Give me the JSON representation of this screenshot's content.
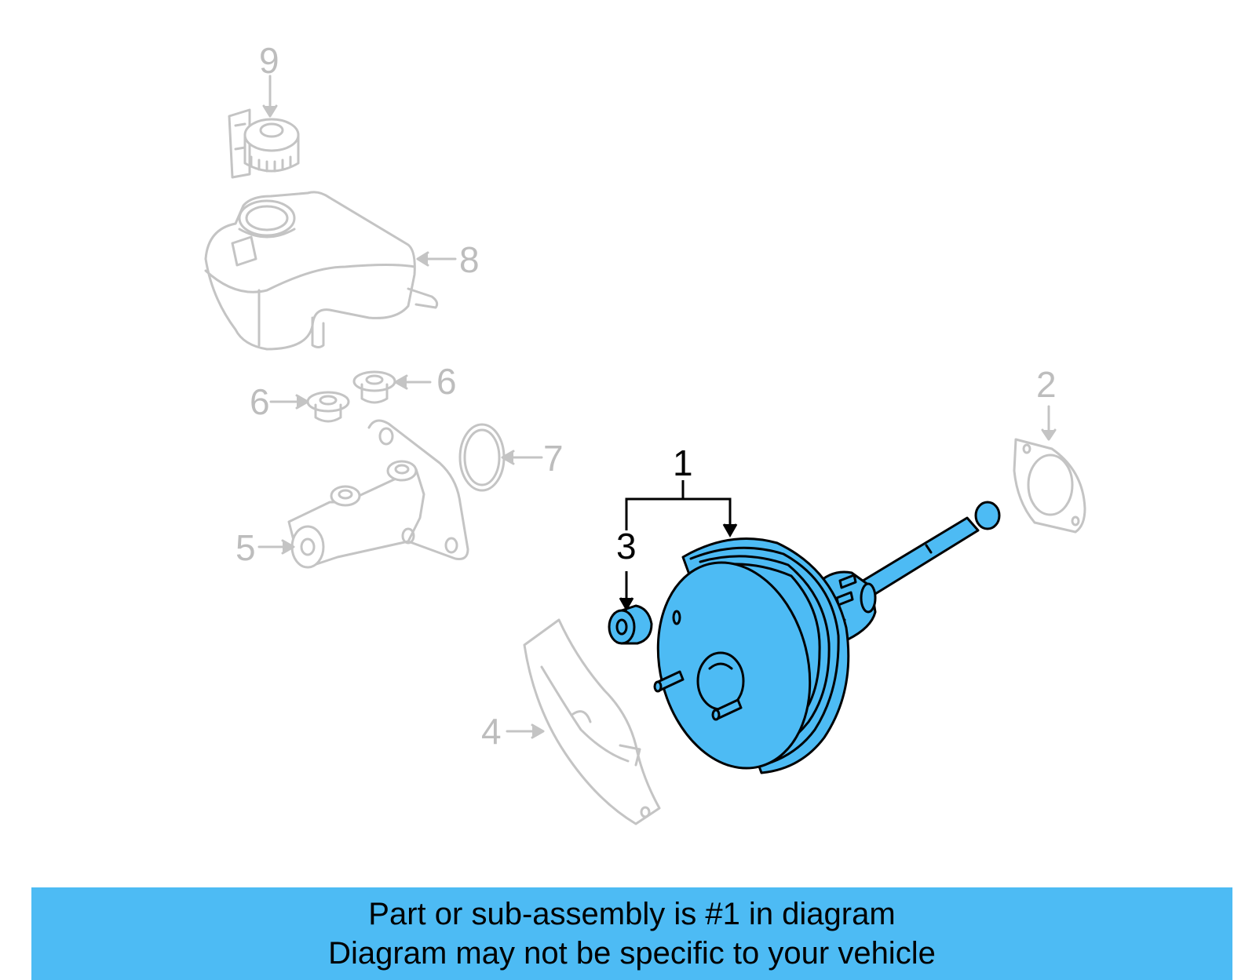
{
  "callouts": {
    "c1": "1",
    "c2": "2",
    "c3": "3",
    "c4": "4",
    "c5": "5",
    "c6a": "6",
    "c6b": "6",
    "c7": "7",
    "c8": "8",
    "c9": "9"
  },
  "banner": {
    "line1": "Part or sub-assembly is #1 in diagram",
    "line2": "Diagram may not be specific to your vehicle"
  },
  "colors": {
    "highlight": "#4dbbf4",
    "dim_parts": "#c4c4c4",
    "outline": "#000000"
  }
}
